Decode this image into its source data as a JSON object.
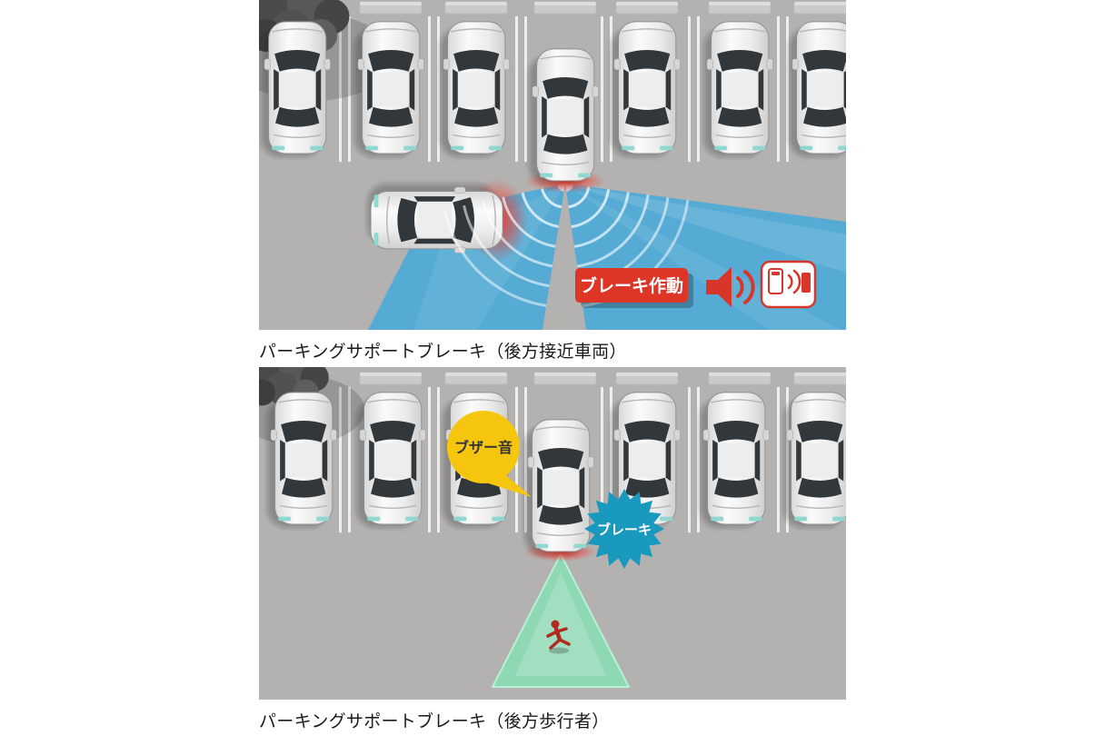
{
  "top_panel": {
    "caption": "パーキングサポートブレーキ（後方接近車両）",
    "brake_action_label": "ブレーキ作動",
    "icons": {
      "speaker": "speaker-icon",
      "display_alert": "display-alert-icon"
    },
    "colors": {
      "pavement_gray": "#b3b2b1",
      "radar_blue": "#35a8e0",
      "alert_red": "#dd3627"
    }
  },
  "bottom_panel": {
    "caption": "パーキングサポートブレーキ（後方歩行者）",
    "buzzer_bubble_label": "ブザー音",
    "brake_burst_label": "ブレーキ",
    "colors": {
      "pavement_gray": "#b3b2b1",
      "zone_green": "#7fe6b4",
      "bubble_yellow": "#f6c50e",
      "burst_teal": "#1899bd"
    }
  }
}
